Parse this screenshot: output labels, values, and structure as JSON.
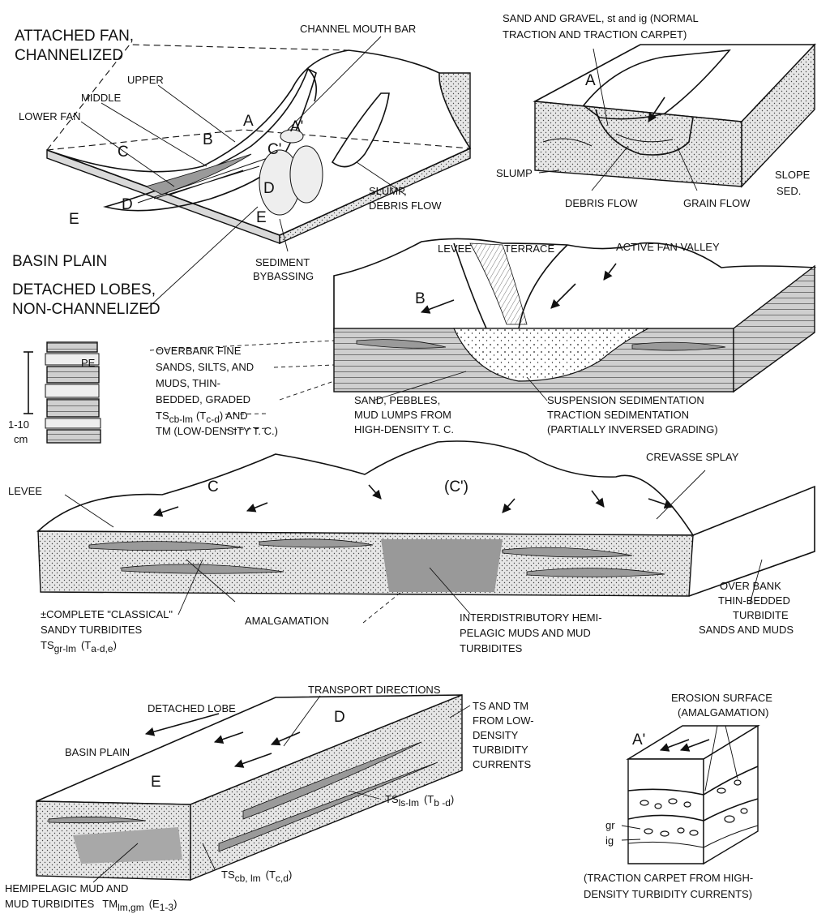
{
  "panel_top_left": {
    "title_1": "ATTACHED FAN,",
    "title_2": "CHANNELIZED",
    "channel_mouth_bar": "CHANNEL MOUTH BAR",
    "upper": "UPPER",
    "middle": "MIDDLE",
    "lower_fan": "LOWER FAN",
    "letter_a": "A",
    "letter_a_prime": "A'",
    "letter_b": "B",
    "letter_c": "C",
    "letter_c_prime": "C'",
    "letter_d": "D",
    "letter_d2": "D",
    "letter_e": "E",
    "letter_e2": "E",
    "slump_1": "SLUMP,",
    "slump_2": "DEBRIS FLOW",
    "basin_plain": "BASIN PLAIN",
    "sediment_1": "SEDIMENT",
    "sediment_2": "BYBASSING",
    "detached_1": "DETACHED LOBES,",
    "detached_2": "NON-CHANNELIZED"
  },
  "panel_a": {
    "title_1": "SAND AND GRAVEL, st and ig (NORMAL",
    "title_2": "TRACTION AND TRACTION CARPET)",
    "letter": "A",
    "slump": "SLUMP",
    "debris_flow": "DEBRIS FLOW",
    "grain_flow": "GRAIN FLOW",
    "slope_1": "SLOPE",
    "slope_2": "SED."
  },
  "panel_b": {
    "letter": "B",
    "levee": "LEVEE",
    "terrace": "TERRACE",
    "active_fan_valley": "ACTIVE FAN VALLEY",
    "overbank_1": "OVERBANK FINE",
    "overbank_2": "SANDS, SILTS, AND",
    "overbank_3": "MUDS, THIN-",
    "overbank_4": "BEDDED, GRADED",
    "ts_main": "TS",
    "ts_sub": "cb-lm",
    "ts_paren": "(T",
    "ts_paren_sub": "c-d",
    "ts_and": ") AND",
    "tm": "TM (LOW-DENSITY T. C.)",
    "pe": "PE",
    "scale_1": "1-10",
    "scale_2": "cm",
    "sand_1": "SAND, PEBBLES,",
    "sand_2": "MUD LUMPS FROM",
    "sand_3": "HIGH-DENSITY T. C.",
    "susp_1": "SUSPENSION SEDIMENTATION",
    "susp_2": "TRACTION SEDIMENTATION",
    "susp_3": "(PARTIALLY INVERSED GRADING)"
  },
  "panel_c": {
    "levee": "LEVEE",
    "letter_c": "C",
    "letter_c_prime": "(C')",
    "crevasse_splay": "CREVASSE SPLAY",
    "classical_1": "±COMPLETE \"CLASSICAL\"",
    "classical_2": "SANDY TURBIDITES",
    "ts_main": "TS",
    "ts_sub": "gr-lm",
    "ts_paren": "(T",
    "ts_paren_sub": "a-d,e",
    "ts_close": ")",
    "amalgamation": "AMALGAMATION",
    "inter_1": "INTERDISTRIBUTORY HEMI-",
    "inter_2": "PELAGIC MUDS AND MUD",
    "inter_3": "TURBIDITES",
    "over_1": "OVER BANK",
    "over_2": "THIN-BEDDED",
    "over_3": "TURBIDITE",
    "over_4": "SANDS AND MUDS"
  },
  "panel_d": {
    "transport": "TRANSPORT DIRECTIONS",
    "detached_lobe": "DETACHED LOBE",
    "basin_plain": "BASIN PLAIN",
    "letter_d": "D",
    "letter_e": "E",
    "ts_tm_1": "TS AND TM",
    "ts_tm_2": "FROM LOW-",
    "ts_tm_3": "DENSITY",
    "ts_tm_4": "TURBIDITY",
    "ts_tm_5": "CURRENTS",
    "ts_ls_main": "TS",
    "ts_ls_sub": "ls-lm",
    "ts_ls_paren": "(T",
    "ts_ls_paren_sub": "b -d",
    "ts_ls_close": ")",
    "ts_cb_main": "TS",
    "ts_cb_sub": "cb, lm",
    "ts_cb_paren": "(T",
    "ts_cb_paren_sub": "c,d",
    "ts_cb_close": ")",
    "hemi_1": "HEMIPELAGIC MUD AND",
    "hemi_2": "MUD TURBIDITES",
    "tm_main": "TM",
    "tm_sub": "lm,gm",
    "tm_paren": "(E",
    "tm_paren_sub": "1-3",
    "tm_close": ")"
  },
  "panel_a_prime": {
    "erosion_1": "EROSION SURFACE",
    "erosion_2": "(AMALGAMATION)",
    "letter": "A'",
    "gr": "gr",
    "ig": "ig",
    "caption_1": "(TRACTION CARPET FROM HIGH-",
    "caption_2": "DENSITY TURBIDITY CURRENTS)"
  }
}
